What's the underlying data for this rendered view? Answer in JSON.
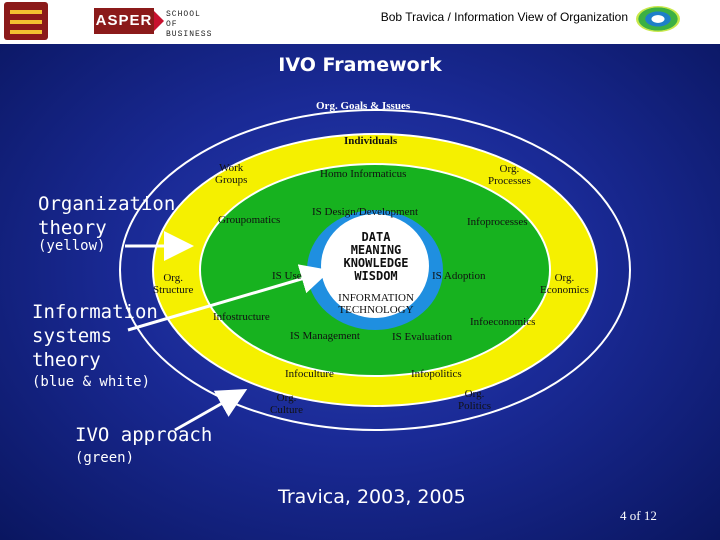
{
  "header": {
    "logo_main": "ASPER",
    "logo_sub": "SCHOOL OF BUSINESS",
    "running_title": "Bob Travica / Information View of Organization"
  },
  "slide": {
    "title": "IVO Framework",
    "citation": "Travica, 2003, 2005",
    "page_number": "4 of 12"
  },
  "legend": {
    "org_theory": [
      "Organization",
      "theory"
    ],
    "org_theory_note": "(yellow)",
    "is_theory": [
      "Information",
      "systems",
      "theory"
    ],
    "is_theory_note": "(blue & white)",
    "ivo": "IVO approach",
    "ivo_note": "(green)"
  },
  "outer_ring": {
    "goals": "Org. Goals & Issues"
  },
  "yellow_ring": {
    "individuals": "Individuals",
    "work_groups": [
      "Work",
      "Groups"
    ],
    "processes": [
      "Org.",
      "Processes"
    ],
    "structure": [
      "Org.",
      "Structure"
    ],
    "economics": [
      "Org.",
      "Economics"
    ],
    "culture": [
      "Org.",
      "Culture"
    ],
    "politics": [
      "Org.",
      "Politics"
    ]
  },
  "green_ring": {
    "homo": "Homo Informaticus",
    "groupomatics": "Groupomatics",
    "infoprocesses": "Infoprocesses",
    "is_use": "IS Use",
    "is_adoption": "IS Adoption",
    "infostructure": "Infostructure",
    "infoeconomics": "Infoeconomics",
    "is_management": "IS Management",
    "is_evaluation": "IS Evaluation",
    "infoculture": "Infoculture",
    "infopolitics": "Infopolitics",
    "is_design": "IS Design/Development"
  },
  "core": {
    "lines": [
      "DATA",
      "MEANING",
      "KNOWLEDGE",
      "WISDOM"
    ],
    "tech": [
      "INFORMATION",
      "TECHNOLOGY"
    ]
  },
  "colors": {
    "background": "#1a2a96",
    "yellow": "#f5f000",
    "green": "#17b21f",
    "blue": "#1f8fe0",
    "white": "#ffffff"
  }
}
